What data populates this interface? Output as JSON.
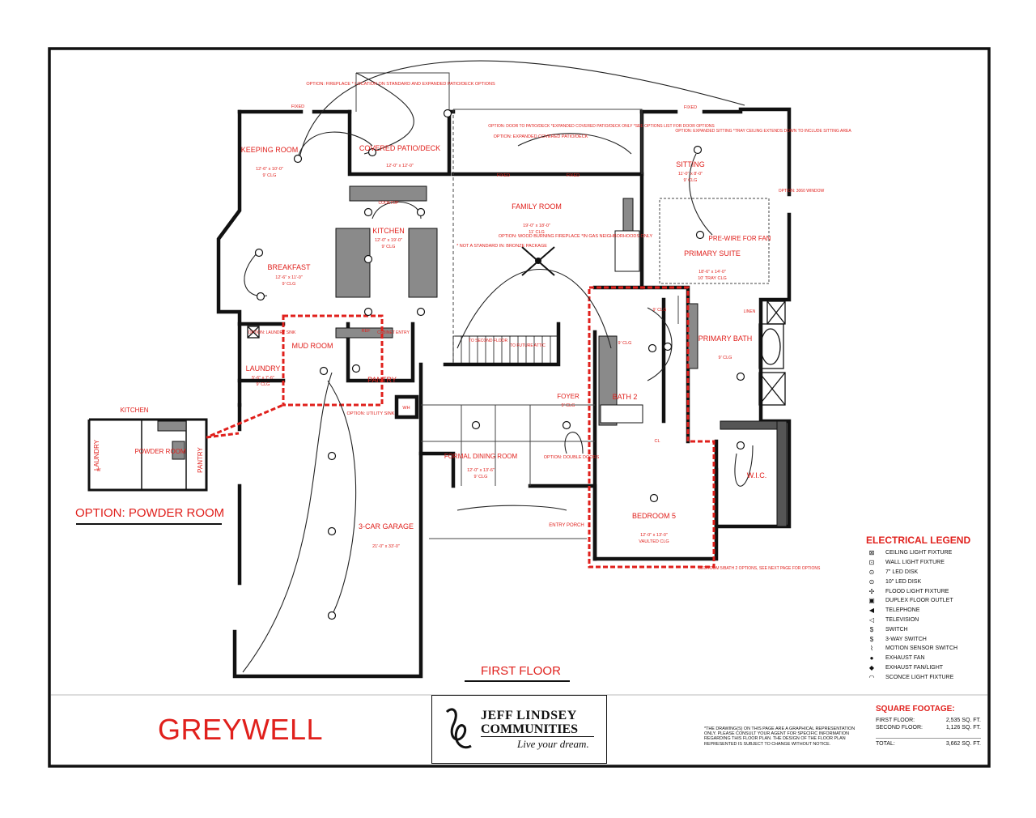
{
  "plan": {
    "name": "GREYWELL",
    "floor_label": "FIRST FLOOR",
    "powder_option_label": "OPTION: POWDER ROOM"
  },
  "rooms": {
    "keeping_room": {
      "name": "KEEPING ROOM",
      "dims": "12'-6\" x 10'-0\"",
      "clg": "9' CLG"
    },
    "covered_patio": {
      "name": "COVERED PATIO/DECK",
      "dims": "12'-0\" x 12'-0\""
    },
    "option_fireplace": "OPTION: FIREPLACE * LOCATION ON STANDARD AND EXPANDED PATIO/DECK OPTIONS",
    "option_expanded_patio": "OPTION: EXPANDED COVERED PATIO/DECK",
    "option_door_patio": "OPTION: DOOR TO PATIO/DECK *EXPANDED COVERED PATIO/DECK ONLY *SEE OPTIONS LIST FOR DOOR OPTIONS",
    "sitting": {
      "name": "SITTING",
      "dims": "11'-0\" x 8'-0\"",
      "clg": "9' CLG"
    },
    "option_sitting": "OPTION: EXPANDED SITTING *TRAY CEILING EXTENDS DOWN TO INCLUDE SITTING AREA",
    "option_window": "OPTION: 3060 WINDOW",
    "kitchen": {
      "name": "KITCHEN",
      "dims": "12'-0\" x 19'-0\"",
      "clg": "9' CLG"
    },
    "cooktop": "COOKTOP",
    "family_room": {
      "name": "FAMILY ROOM",
      "dims": "19'-0\" x 18'-0\"",
      "clg": "11' CLG"
    },
    "bronze_note": "* NOT A STANDARD IN: BRONZE PACKAGE",
    "option_wood_fireplace": "OPTION: WOOD BURNING FIREPLACE *IN GAS NEIGHBORHOODS ONLY",
    "primary_suite": {
      "name": "PRIMARY SUITE",
      "dims": "18'-6\" x 14'-0\"",
      "clg": "10' TRAY CLG"
    },
    "prewire_fan": "PRE-WIRE FOR FAN",
    "breakfast": {
      "name": "BREAKFAST",
      "dims": "12'-6\" x 11'-0\"",
      "clg": "9' CLG"
    },
    "mud_room": {
      "name": "MUD ROOM"
    },
    "ref": "REF",
    "cabinet_entry": "CABINET ENTRY",
    "pantry": {
      "name": "PANTRY"
    },
    "laundry": {
      "name": "LAUNDRY",
      "dims": "5'-6\" x 7'-6\"",
      "clg": "9' CLG"
    },
    "option_laundry_sink": "OPTION: LAUNDRY SINK",
    "option_utility_sink": "OPTION: UTILITY SINK",
    "wh": "WH",
    "primary_bath": {
      "name": "PRIMARY BATH",
      "clg": "9' CLG"
    },
    "linen": "LINEN",
    "bath2": {
      "name": "BATH 2",
      "clg": "9' CLG"
    },
    "bath2_clg": "9' CLG",
    "foyer": {
      "name": "FOYER",
      "clg": "9' CLG"
    },
    "formal_dining": {
      "name": "FORMAL DINING ROOM",
      "dims": "12'-0\" x 13'-6\"",
      "clg": "9' CLG"
    },
    "option_double_door": "OPTION: DOUBLE DOORS",
    "entry_porch": "ENTRY PORCH",
    "bedroom5": {
      "name": "BEDROOM 5",
      "dims": "12'-0\" x 13'-0\"",
      "clg": "VAULTED CLG"
    },
    "bedroom5_note": "BEDROOM 5/BATH 2 OPTIONS, SEE NEXT PAGE FOR OPTIONS",
    "wic": {
      "name": "W.I.C."
    },
    "garage": {
      "name": "3-CAR GARAGE",
      "dims": "21'-0\" x 33'-0\""
    },
    "to_second_floor": "TO SECOND FLOOR",
    "to_future_attic": "TO FUTURE ATTIC",
    "fixed": "FIXED",
    "cl": "CL",
    "powder_kitchen": "KITCHEN",
    "powder_laundry": "LAUNDRY",
    "powder_room": "POWDER ROOM",
    "powder_pantry": "PANTRY",
    "powder_w": "W"
  },
  "legend": {
    "title": "ELECTRICAL LEGEND",
    "items": [
      {
        "icon": "ceiling-light-icon",
        "glyph": "⊠",
        "label": "CEILING LIGHT FIXTURE"
      },
      {
        "icon": "wall-light-icon",
        "glyph": "⊡",
        "label": "WALL LIGHT FIXTURE"
      },
      {
        "icon": "led-disk-7-icon",
        "glyph": "⊙",
        "label": "7\" LED DISK"
      },
      {
        "icon": "led-disk-10-icon",
        "glyph": "⊙",
        "label": "10\" LED DISK"
      },
      {
        "icon": "flood-light-icon",
        "glyph": "✣",
        "label": "FLOOD LIGHT FIXTURE"
      },
      {
        "icon": "duplex-floor-outlet-icon",
        "glyph": "▣",
        "label": "DUPLEX FLOOR OUTLET"
      },
      {
        "icon": "telephone-icon",
        "glyph": "◀",
        "label": "TELEPHONE"
      },
      {
        "icon": "television-icon",
        "glyph": "◁",
        "label": "TELEVISION"
      },
      {
        "icon": "switch-icon",
        "glyph": "$",
        "label": "SWITCH"
      },
      {
        "icon": "three-way-switch-icon",
        "glyph": "$",
        "label": "3-WAY SWITCH"
      },
      {
        "icon": "motion-sensor-icon",
        "glyph": "⌇",
        "label": "MOTION SENSOR SWITCH"
      },
      {
        "icon": "exhaust-fan-icon",
        "glyph": "●",
        "label": "EXHAUST FAN"
      },
      {
        "icon": "exhaust-fan-light-icon",
        "glyph": "◆",
        "label": "EXHAUST FAN/LIGHT"
      },
      {
        "icon": "sconce-light-icon",
        "glyph": "◠",
        "label": "SCONCE LIGHT FIXTURE"
      }
    ]
  },
  "square_footage": {
    "title": "SQUARE FOOTAGE:",
    "first_floor_label": "FIRST FLOOR:",
    "first_floor_value": "2,535 SQ. FT.",
    "second_floor_label": "SECOND FLOOR:",
    "second_floor_value": "1,126 SQ. FT.",
    "total_label": "TOTAL:",
    "total_value": "3,662 SQ. FT."
  },
  "disclaimer": "*THE DRAWING(S) ON THIS PAGE ARE A GRAPHICAL REPRESENTATION ONLY. PLEASE CONSULT YOUR AGENT FOR SPECIFIC INFORMATION REGARDING THIS FLOOR PLAN. THE DESIGN OF THE FLOOR PLAN REPRESENTED IS SUBJECT TO CHANGE WITHOUT NOTICE.",
  "logo": {
    "line1": "JEFF LINDSEY",
    "line2": "COMMUNITIES",
    "tagline": "Live your dream."
  },
  "colors": {
    "accent": "#e0201c",
    "line": "#111111",
    "fill_gray": "#8a8a8a"
  }
}
